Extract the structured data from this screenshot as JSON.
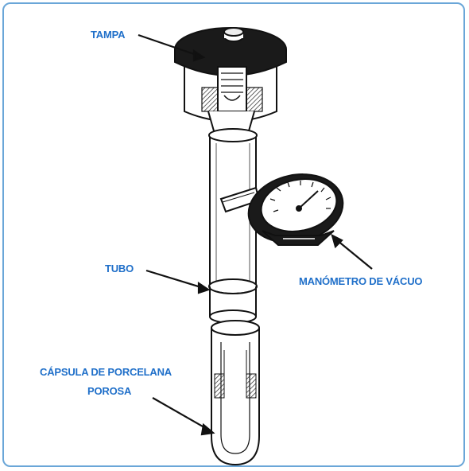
{
  "labels": {
    "tampa": "TAMPA",
    "tubo": "TUBO",
    "manometro": "MANÓMETRO DE VÁCUO",
    "capsula_line1": "CÁPSULA DE PORCELANA",
    "capsula_line2": "POROSA"
  },
  "colors": {
    "label": "#1f6fc9",
    "frame": "#6aa6d8",
    "ink": "#111111"
  }
}
